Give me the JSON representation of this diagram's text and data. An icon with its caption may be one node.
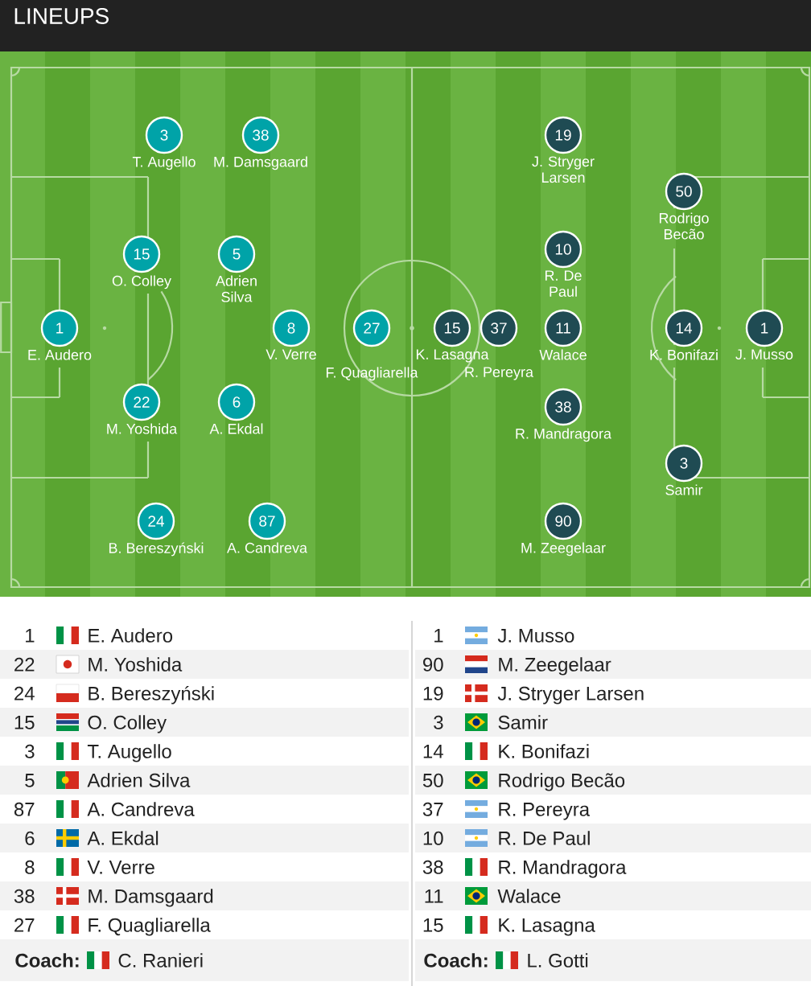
{
  "diagram": {
    "title": "LINEUPS",
    "nodes": [
      {
        "text": [
          "1"
        ],
        "beside": [
          "E. Audero"
        ]
      },
      {
        "text": [
          "22"
        ],
        "beside": [
          "M. Yoshida"
        ]
      },
      {
        "text": [
          "24"
        ],
        "beside": [
          "B. Bereszyński"
        ]
      },
      {
        "text": [
          "15"
        ],
        "beside": [
          "O. Colley"
        ]
      },
      {
        "text": [
          "3"
        ],
        "beside": [
          "T. Augello"
        ]
      },
      {
        "text": [
          "5"
        ],
        "beside": [
          "Adrien Silva"
        ]
      },
      {
        "text": [
          "87"
        ],
        "beside": [
          "A. Candreva"
        ]
      },
      {
        "text": [
          "6"
        ],
        "beside": [
          "A. Ekdal"
        ]
      },
      {
        "text": [
          "8"
        ],
        "beside": [
          "V. Verre"
        ]
      },
      {
        "text": [
          "38"
        ],
        "beside": [
          "M. Damsgaard"
        ]
      },
      {
        "text": [
          "27"
        ],
        "beside": [
          "F. Quagliarella"
        ]
      },
      {
        "text": [
          "1"
        ],
        "beside": [
          "J. Musso"
        ]
      },
      {
        "text": [
          "90"
        ],
        "beside": [
          "M. Zeegelaar"
        ]
      },
      {
        "text": [
          "19"
        ],
        "beside": [
          "J. Stryger Larsen"
        ]
      },
      {
        "text": [
          "3"
        ],
        "beside": [
          "Samir"
        ]
      },
      {
        "text": [
          "14"
        ],
        "beside": [
          "K. Bonifazi"
        ]
      },
      {
        "text": [
          "50"
        ],
        "beside": [
          "Rodrigo Becão"
        ]
      },
      {
        "text": [
          "37"
        ],
        "beside": [
          "R. Pereyra"
        ]
      },
      {
        "text": [
          "10"
        ],
        "beside": [
          "R. De Paul"
        ]
      },
      {
        "text": [
          "38"
        ],
        "beside": [
          "R. Mandragora"
        ]
      },
      {
        "text": [
          "11"
        ],
        "beside": [
          "Walace"
        ]
      },
      {
        "text": [
          "15"
        ],
        "beside": [
          "K. Lasagna"
        ]
      }
    ],
    "labels": [
      "1",
      "E. Audero",
      "22",
      "M. Yoshida",
      "24",
      "B. Bereszyński",
      "15",
      "O. Colley",
      "3",
      "T. Augello",
      "5",
      "Adrien Silva",
      "87",
      "A. Candreva",
      "6",
      "A. Ekdal",
      "8",
      "V. Verre",
      "38",
      "M. Damsgaard",
      "27",
      "F. Quagliarella",
      "Coach:",
      "C. Ranieri",
      "1",
      "J. Musso",
      "90",
      "M. Zeegelaar",
      "19",
      "J. Stryger Larsen",
      "3",
      "Samir",
      "14",
      "K. Bonifazi",
      "50",
      "Rodrigo Becão",
      "37",
      "R. Pereyra",
      "10",
      "R. De Paul",
      "38",
      "R. Mandragora",
      "11",
      "Walace",
      "15",
      "K. Lasagna",
      "Coach:",
      "L. Gotti"
    ]
  }
}
